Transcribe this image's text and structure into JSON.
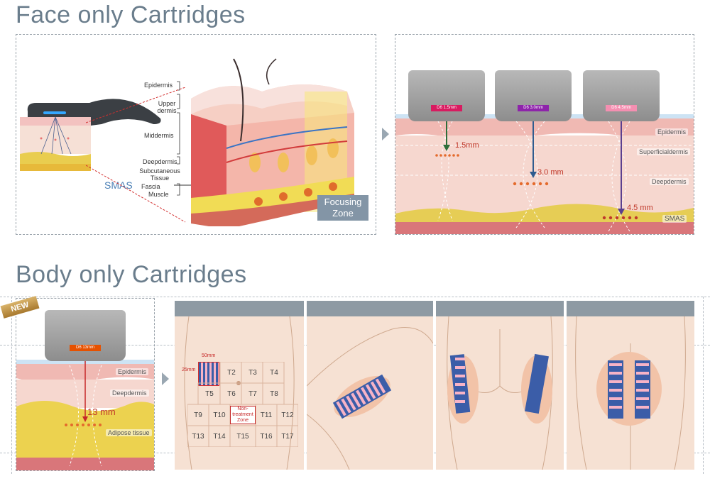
{
  "face": {
    "title": "Face only Cartridges",
    "layers": [
      "Epidermis",
      "Upper dermis",
      "Middermis",
      "Deepdermis",
      "Subcutaneous Tissue",
      "Fascia",
      "Muscle"
    ],
    "smas_label": "SMAS",
    "focusing_zone_label": "Focusing Zone",
    "cartridges": [
      {
        "tag": "D6 1.5mm",
        "tag_color": "#d81b60",
        "depth": "1.5mm"
      },
      {
        "tag": "D6 3.0mm",
        "tag_color": "#8e24aa",
        "depth": "3.0 mm"
      },
      {
        "tag": "D6 4.5mm",
        "tag_color": "#f48fb1",
        "depth": "4.5 mm"
      }
    ],
    "skin_layers": [
      "Epidermis",
      "Superficialdermis",
      "Deepdermis",
      "SMAS"
    ]
  },
  "body": {
    "title": "Body only Cartridges",
    "new_badge": "NEW",
    "cartridge": {
      "tag": "D6 13mm",
      "tag_color": "#e65100",
      "depth": "13 mm"
    },
    "skin_layers": [
      "Epidermis",
      "Deepdermis",
      "Adipose tissue"
    ],
    "grid": {
      "dim_width": "50mm",
      "dim_height": "25mm",
      "rows": [
        [
          "",
          "T2",
          "T3",
          "T4"
        ],
        [
          "T5",
          "T6",
          "T7",
          "T8"
        ],
        [
          "T9",
          "T10",
          "Non-treatment Zone",
          "T11",
          "T12"
        ],
        [
          "T13",
          "T14",
          "T15",
          "T16",
          "T17"
        ]
      ]
    }
  },
  "colors": {
    "title": "#6a7d8c",
    "depth_text": "#c0392b",
    "epidermis": "#f3c2c0",
    "dermis": "#f6d7cf",
    "fat": "#e9cd4f",
    "muscle": "#c96a6a",
    "band": "#8e9aa3"
  }
}
